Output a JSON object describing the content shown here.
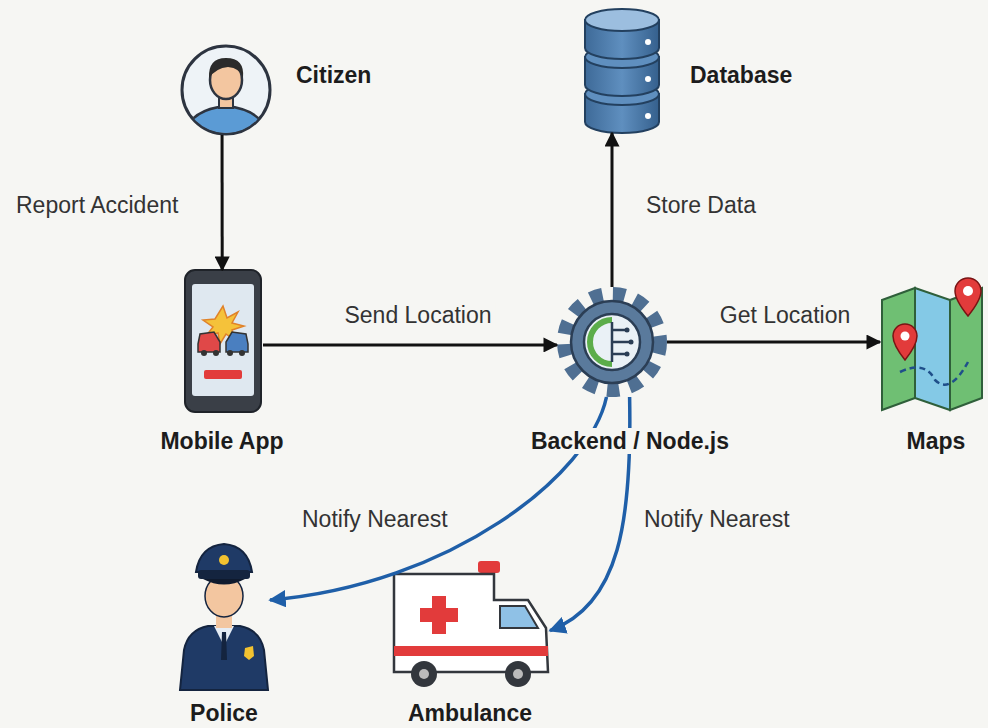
{
  "diagram": {
    "nodes": [
      {
        "text": [
          "Citizen"
        ]
      },
      {
        "text": [
          "Mobile App"
        ]
      },
      {
        "text": [
          "Backend / Node.js"
        ]
      },
      {
        "text": [
          "Database"
        ]
      },
      {
        "text": [
          "Maps"
        ]
      },
      {
        "text": [
          "Police"
        ]
      },
      {
        "text": [
          "Ambulance"
        ]
      }
    ],
    "edges": [
      {
        "from": 0,
        "to": 1,
        "arrow": "to",
        "label": "Report Accident"
      },
      {
        "from": 1,
        "to": 2,
        "arrow": "to",
        "label": "Send Location"
      },
      {
        "from": 2,
        "to": 3,
        "arrow": "to",
        "label": "Store Data"
      },
      {
        "from": 2,
        "to": 4,
        "arrow": "to",
        "label": "Get Location"
      },
      {
        "from": 2,
        "to": 5,
        "arrow": "to",
        "label": "Notify Nearest"
      },
      {
        "from": 2,
        "to": 6,
        "arrow": "to",
        "label": "Notify Nearest"
      }
    ]
  }
}
